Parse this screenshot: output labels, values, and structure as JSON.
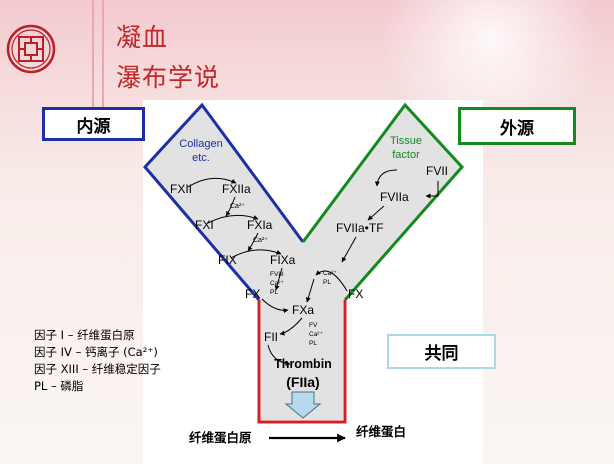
{
  "title": {
    "line1": "凝血",
    "line2": "瀑布学说"
  },
  "labels": {
    "intrinsic": "内源",
    "extrinsic": "外源",
    "common": "共同"
  },
  "intrinsic": {
    "trigger": [
      "Collagen",
      "etc."
    ],
    "factors": [
      "FXII",
      "FXIIa",
      "FXI",
      "FXIa",
      "FIX",
      "FIXa"
    ],
    "cofactor_ca": "Ca²⁺",
    "tenase": [
      "FVIII",
      "Ca²⁺",
      "PL"
    ]
  },
  "extrinsic": {
    "trigger": [
      "Tissue",
      "factor"
    ],
    "factors": [
      "FVII",
      "FVIIa",
      "FVIIa•TF"
    ],
    "cofactor": [
      "Ca²⁺",
      "PL"
    ]
  },
  "common": {
    "fx_left": "FX",
    "fx_right": "FX",
    "fxa": "FXa",
    "prothrombinase": [
      "FV",
      "Ca²⁺",
      "PL"
    ],
    "fii": "FII",
    "thrombin": [
      "Thrombin",
      "(FIIa)"
    ],
    "fibrinogen": "纤维蛋白原",
    "fibrin": "纤维蛋白"
  },
  "legend": [
    "因子 I – 纤维蛋白原",
    "因子 IV – 钙离子 (Ca²⁺)",
    "因子 XIII – 纤维稳定因子",
    "PL – 磷脂"
  ],
  "colors": {
    "intrinsic": "#1d2fa6",
    "extrinsic": "#138a1e",
    "common": "#d0202a",
    "common_box": "#a9d9e4",
    "title": "#c0282a",
    "shade": "#e2e2e2"
  }
}
